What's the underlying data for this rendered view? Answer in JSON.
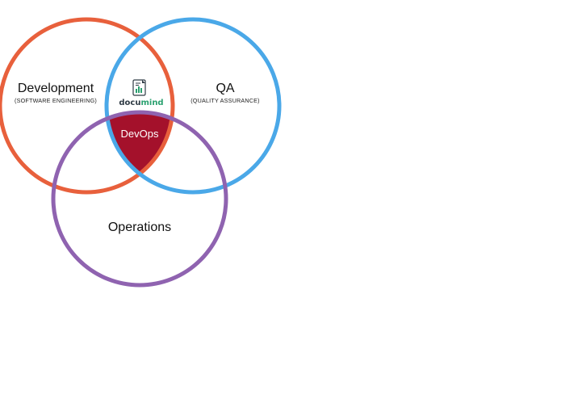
{
  "diagram": {
    "circles": {
      "development": {
        "label": "Development",
        "sublabel": "(SOFTWARE ENGINEERING)",
        "color": "#e8603c"
      },
      "qa": {
        "label": "QA",
        "sublabel": "(QUALITY ASSURANCE)",
        "color": "#4aa8e8"
      },
      "operations": {
        "label": "Operations",
        "color": "#8f63b0"
      }
    },
    "intersection": {
      "label": "DevOps",
      "color": "#a4112b"
    },
    "logo": {
      "prefix": "docu",
      "suffix": "mind",
      "prefix_color": "#2f3b45",
      "suffix_color": "#2aa06f"
    }
  }
}
